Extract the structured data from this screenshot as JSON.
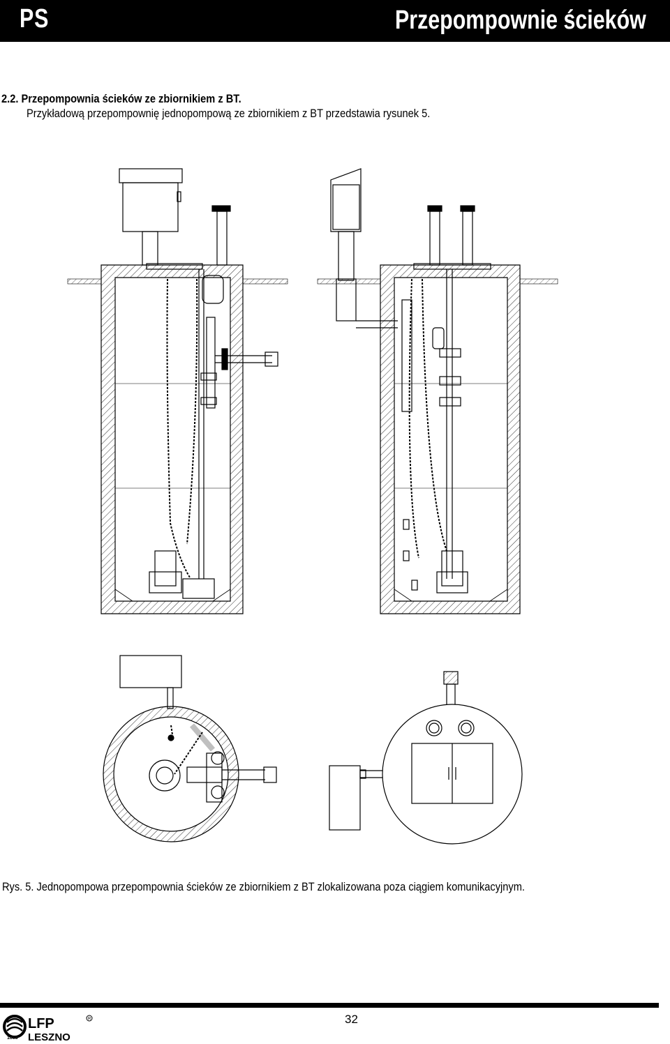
{
  "header": {
    "code": "PS",
    "title": "Przepompownie ścieków"
  },
  "section": {
    "heading": "2.2. Przepompownia ścieków ze zbiornikiem z BT.",
    "intro": "Przykładową przepompownię jednopompową ze zbiornikiem z BT przedstawia rysunek 5."
  },
  "figure": {
    "caption": "Rys. 5. Jednopompowa przepompownia ścieków ze zbiornikiem z BT zlokalizowana poza ciągiem komunikacyjnym."
  },
  "footer": {
    "logo_text_top": "LFP",
    "logo_text_bottom": "LESZNO",
    "logo_year": "1868",
    "page_number": "32"
  }
}
